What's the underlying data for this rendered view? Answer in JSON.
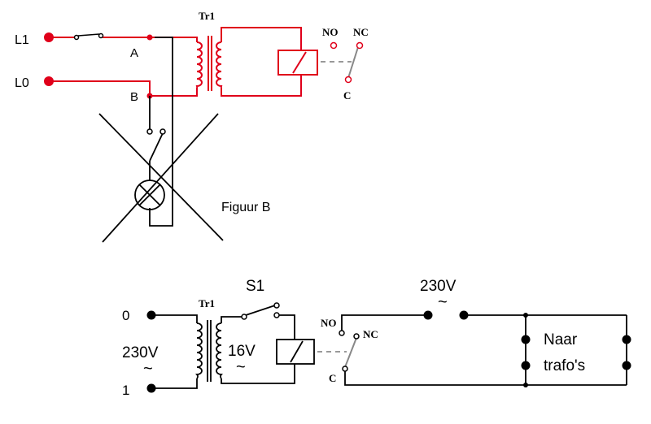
{
  "colors": {
    "top_circuit": "#e0001a",
    "bottom_circuit": "#000000",
    "dashed_link": "#999999"
  },
  "top": {
    "terminal_l1": "L1",
    "terminal_l0": "L0",
    "node_a": "A",
    "node_b": "B",
    "transformer": "Tr1",
    "contact_no": "NO",
    "contact_nc": "NC",
    "contact_c": "C",
    "figure_caption": "Figuur B"
  },
  "bottom": {
    "terminal_0": "0",
    "terminal_1": "1",
    "mains_voltage": "230V",
    "mains_ac_symbol": "~",
    "transformer": "Tr1",
    "secondary_voltage": "16V",
    "secondary_ac_symbol": "~",
    "switch": "S1",
    "contact_no": "NO",
    "contact_nc": "NC",
    "contact_c": "C",
    "output_voltage": "230V",
    "output_ac_symbol": "~",
    "load_label_line1": "Naar",
    "load_label_line2": "trafo's"
  }
}
